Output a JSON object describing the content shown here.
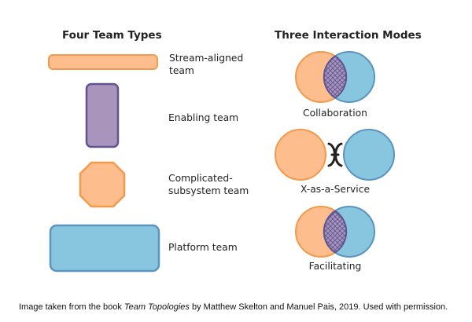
{
  "headings": {
    "team_types": "Four Team Types",
    "interaction_modes": "Three Interaction Modes"
  },
  "team_types": [
    {
      "label": "Stream-aligned team",
      "shape": "wide-rounded-bar",
      "fill": "#FDBD8D",
      "stroke": "#F29B4D"
    },
    {
      "label": "Enabling team",
      "shape": "tall-rounded-rect",
      "fill": "#A994BC",
      "stroke": "#5E5590"
    },
    {
      "label": "Complicated-subsystem team",
      "shape": "octagon",
      "fill": "#FDBD8D",
      "stroke": "#F29B4D"
    },
    {
      "label": "Platform team",
      "shape": "large-rounded-rect",
      "fill": "#88C6E0",
      "stroke": "#5C94C0"
    }
  ],
  "interaction_modes": [
    {
      "label": "Collaboration",
      "shape": "overlapping-circles"
    },
    {
      "label": "X-as-a-Service",
      "shape": "circles-with-bracket"
    },
    {
      "label": "Facilitating",
      "shape": "overlapping-circles"
    }
  ],
  "colors": {
    "orange_fill": "#FDBD8D",
    "orange_stroke": "#F29B4D",
    "blue_fill": "#88C6E0",
    "blue_stroke": "#5C94C0",
    "purple_fill": "#A994BC",
    "purple_stroke": "#5E5590"
  },
  "caption": {
    "prefix": "Image taken from the book ",
    "book_title": "Team Topologies",
    "suffix": " by Matthew Skelton and Manuel Pais, 2019. Used with permission."
  }
}
